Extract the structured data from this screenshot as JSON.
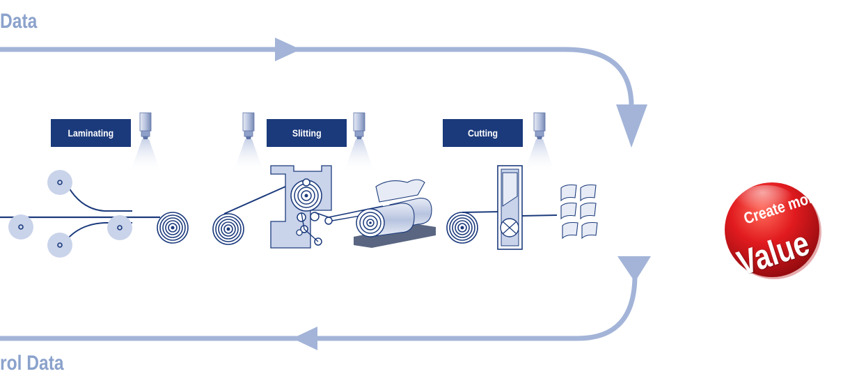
{
  "flow": {
    "top_label": "Data",
    "bottom_label": "rol Data"
  },
  "stages": {
    "laminating": "Laminating",
    "slitting": "Slitting",
    "cutting": "Cutting"
  },
  "badge": {
    "line1": "Create more",
    "line2": "Value"
  },
  "colors": {
    "arrow": "#a3b4d8",
    "label_bg": "#1b3a7c",
    "line": "#1b3a7c",
    "roll_fill": "#c9d3ea",
    "badge": "#d8151b"
  }
}
